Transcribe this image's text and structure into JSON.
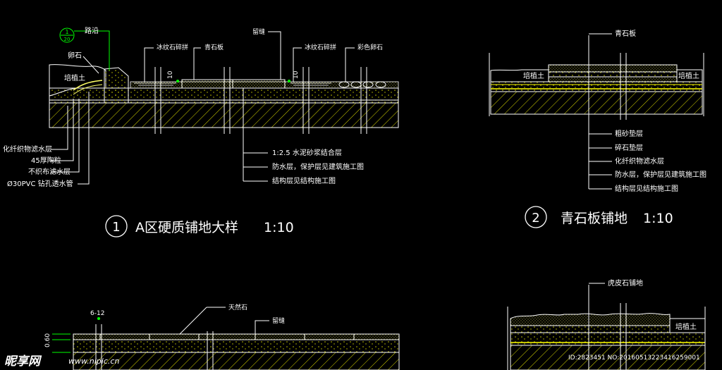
{
  "detail_1": {
    "circle_number": "1",
    "title": "A区硬质铺地大样",
    "scale": "1:10",
    "ref_top": "1",
    "ref_bottom": "20",
    "labels": {
      "road_edge": "路沿",
      "pebble": "卵石",
      "planting_soil": "培植土",
      "ice_stone_left": "冰纹石碎拼",
      "bluestone_slab": "青石板",
      "joint": "留缝",
      "ice_stone_right": "冰纹石碎拼",
      "colored_pebble": "彩色卵石",
      "dim_10_left": "10",
      "dim_10_right": "10"
    },
    "callouts_left": [
      "化纤织物滤水层",
      "45厚陶粒",
      "不织布滤水层",
      "Ø30PVC 钻孔透水管"
    ],
    "callouts_right": [
      "1:2.5  水泥砂浆结合层",
      "防水层，保护层见建筑施工图",
      "结构层见结构施工图"
    ]
  },
  "detail_2": {
    "circle_number": "2",
    "title": "青石板铺地",
    "scale": "1:10",
    "top_label": "青石板",
    "planting_soil_left": "培植土",
    "planting_soil_right": "培植土",
    "layers": [
      "粗砂垫层",
      "碎石垫层",
      "化纤织物滤水层",
      "防水层，保护层见建筑施工图",
      "结构层见结构施工图"
    ]
  },
  "detail_3": {
    "natural_stone": "天然石",
    "joint": "留缝",
    "dim_gap": "6-12",
    "dim_thick": "0.60"
  },
  "detail_4": {
    "top_label": "虎皮石铺地",
    "planting_soil": "培植土"
  },
  "watermark": {
    "logo": "昵享网",
    "url": "www.nipic.cn",
    "id": "ID:2823451 NO:20160513223416259001"
  },
  "colors": {
    "background": "#000000",
    "line": "#ffffff",
    "hatch": "#ffff00",
    "leader": "#00ff00"
  }
}
